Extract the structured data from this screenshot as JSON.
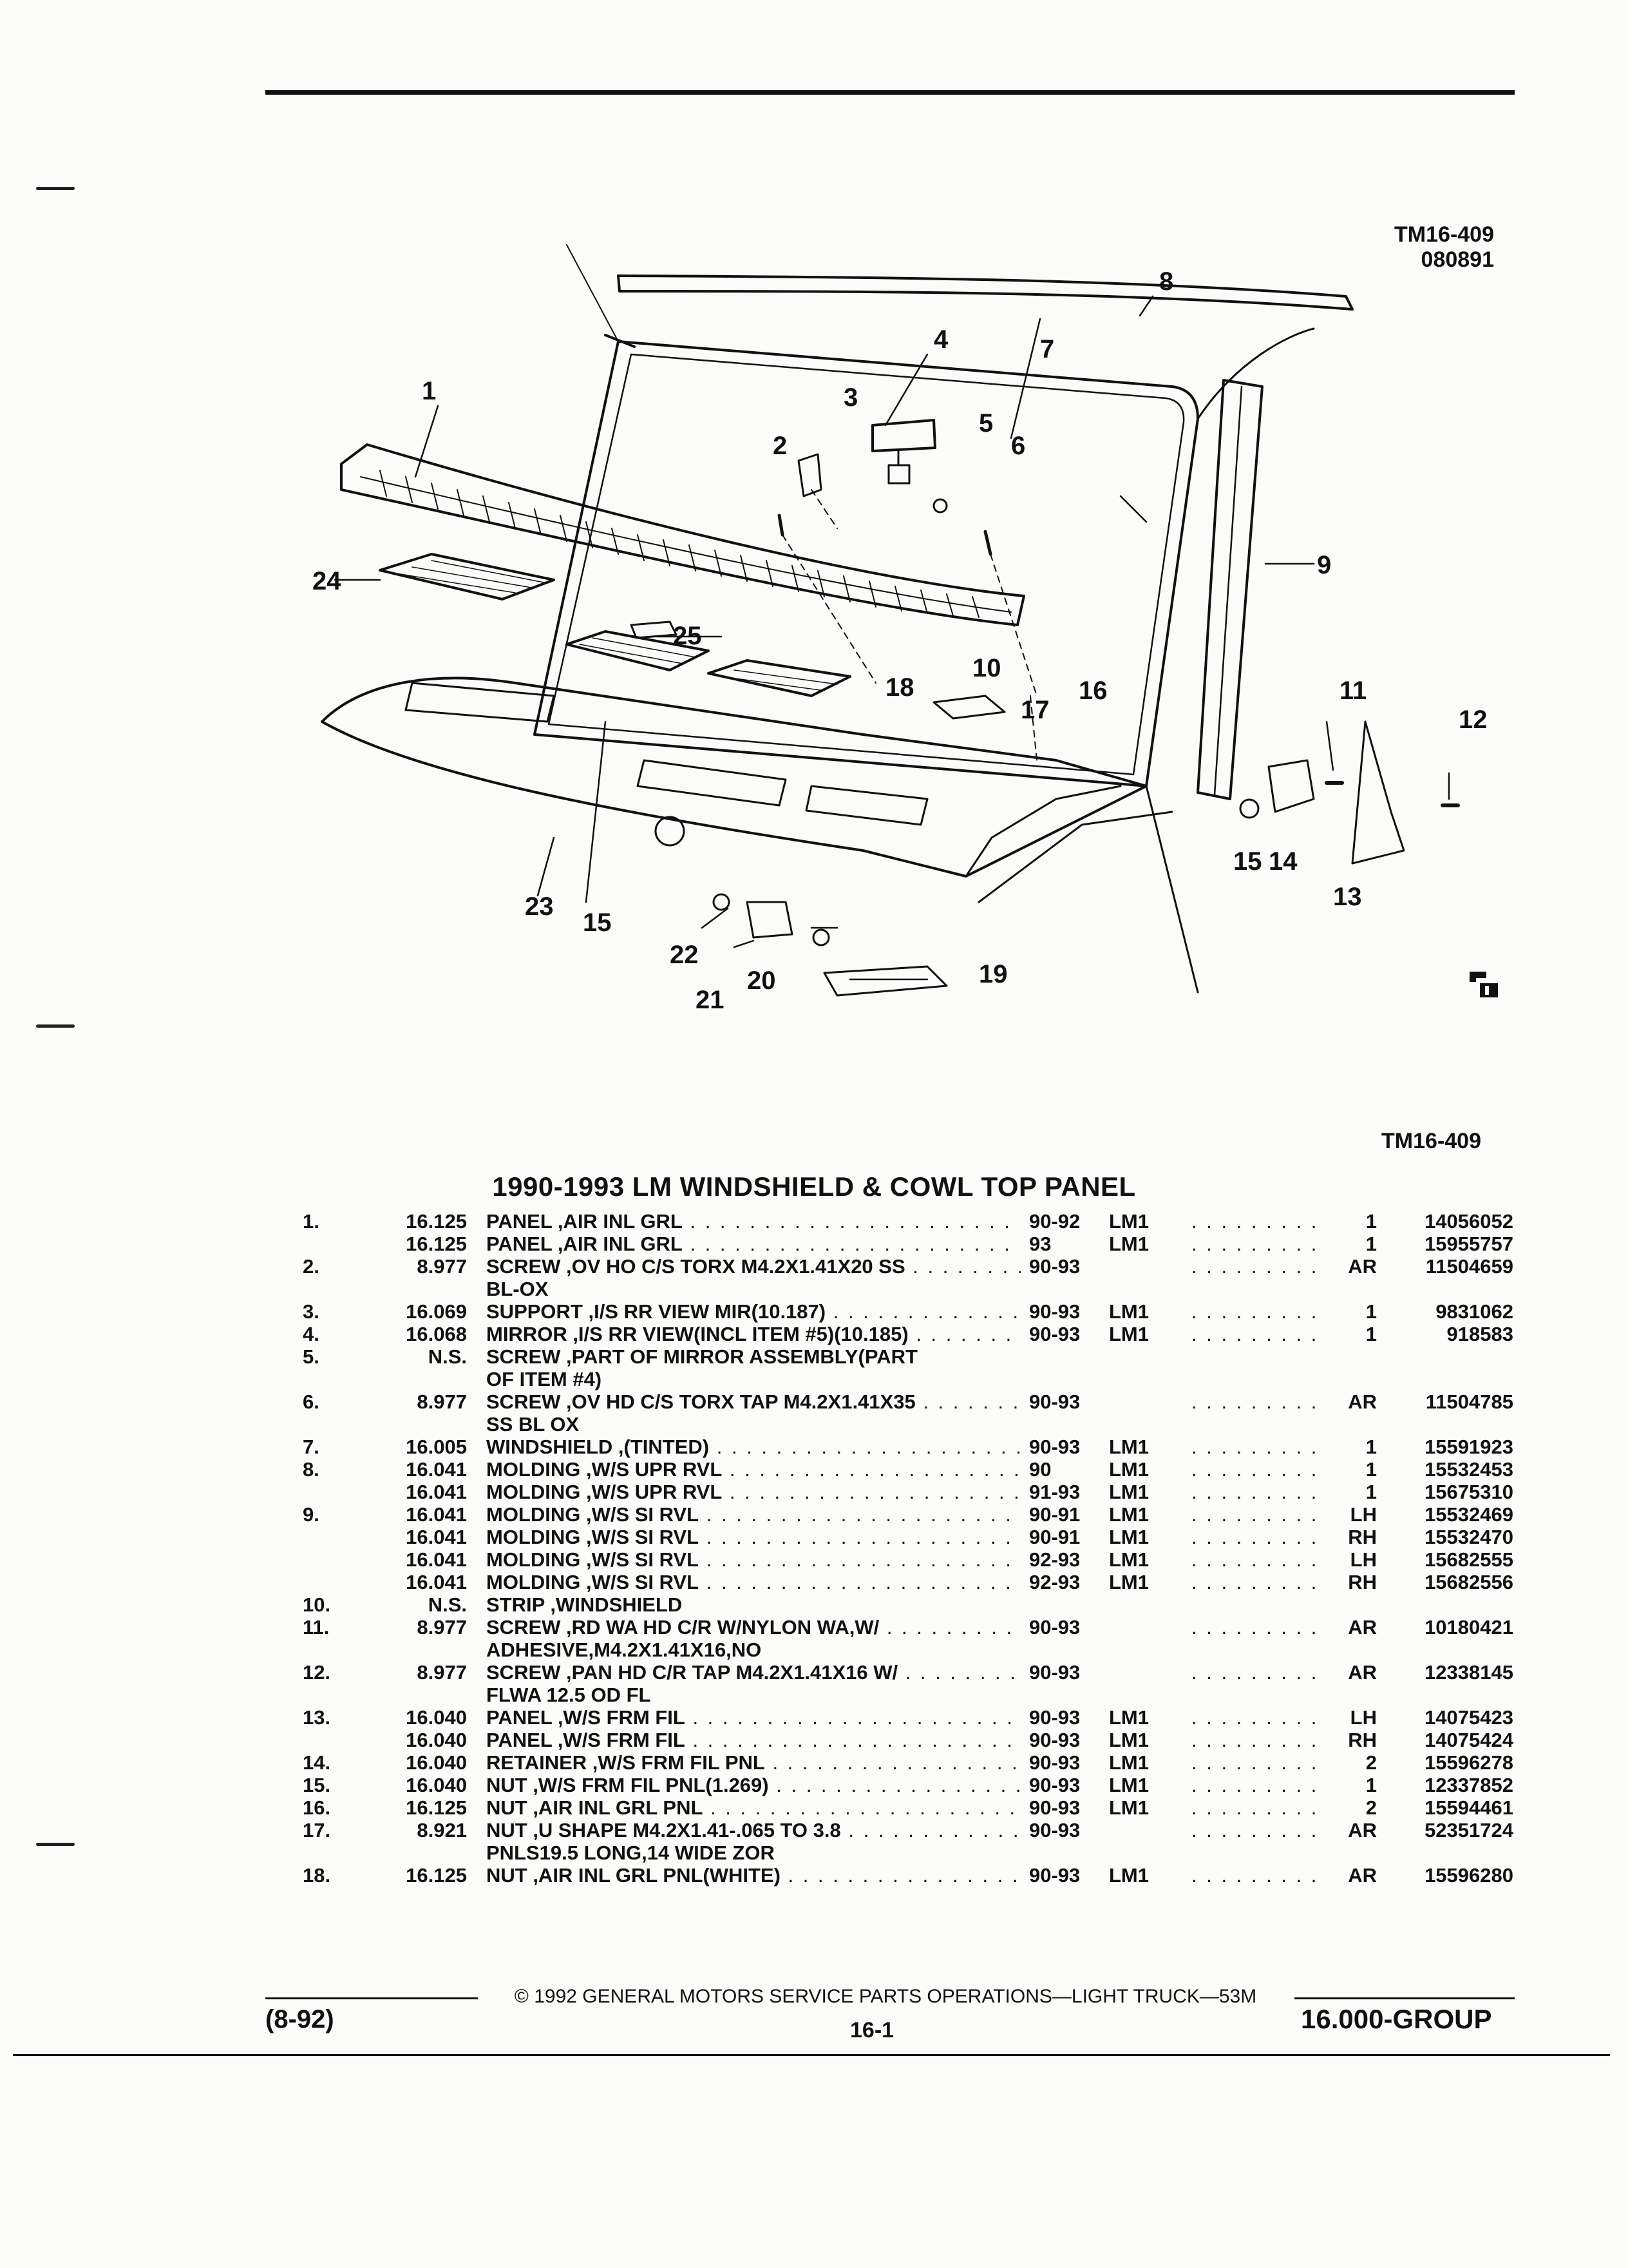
{
  "header": {
    "figure_code": "TM16-409",
    "figure_date": "080891",
    "figure_code_below": "TM16-409"
  },
  "callouts": [
    "1",
    "2",
    "3",
    "4",
    "5",
    "6",
    "7",
    "8",
    "9",
    "10",
    "11",
    "12",
    "13",
    "14",
    "15",
    "16",
    "17",
    "18",
    "19",
    "20",
    "21",
    "22",
    "23",
    "24",
    "25",
    "15"
  ],
  "logo_text": "GM",
  "title": "1990-1993 LM WINDSHIELD & COWL TOP PANEL",
  "rows": [
    {
      "item": "1.",
      "group": "16.125",
      "desc": "PANEL ,AIR INL GRL",
      "years": "90-92",
      "model": "LM1",
      "qty": "1",
      "part": "14056052"
    },
    {
      "item": "",
      "group": "16.125",
      "desc": "PANEL ,AIR INL GRL",
      "years": "93",
      "model": "LM1",
      "qty": "1",
      "part": "15955757"
    },
    {
      "item": "2.",
      "group": "8.977",
      "desc": "SCREW ,OV HO C/S TORX M4.2X1.41X20 SS",
      "years": "90-93",
      "model": "",
      "qty": "AR",
      "part": "11504659"
    },
    {
      "item": "",
      "group": "",
      "desc": "BL-OX",
      "years": "",
      "model": "",
      "qty": "",
      "part": ""
    },
    {
      "item": "3.",
      "group": "16.069",
      "desc": "SUPPORT ,I/S RR VIEW MIR(10.187)",
      "years": "90-93",
      "model": "LM1",
      "qty": "1",
      "part": "9831062"
    },
    {
      "item": "4.",
      "group": "16.068",
      "desc": "MIRROR ,I/S RR VIEW(INCL ITEM #5)(10.185)",
      "years": "90-93",
      "model": "LM1",
      "qty": "1",
      "part": "918583"
    },
    {
      "item": "5.",
      "group": "N.S.",
      "desc": "SCREW ,PART OF MIRROR ASSEMBLY(PART",
      "years": "",
      "model": "",
      "qty": "",
      "part": ""
    },
    {
      "item": "",
      "group": "",
      "desc": "OF ITEM #4)",
      "years": "",
      "model": "",
      "qty": "",
      "part": ""
    },
    {
      "item": "6.",
      "group": "8.977",
      "desc": "SCREW ,OV HD C/S TORX TAP M4.2X1.41X35",
      "years": "90-93",
      "model": "",
      "qty": "AR",
      "part": "11504785"
    },
    {
      "item": "",
      "group": "",
      "desc": "SS BL OX",
      "years": "",
      "model": "",
      "qty": "",
      "part": ""
    },
    {
      "item": "7.",
      "group": "16.005",
      "desc": "WINDSHIELD ,(TINTED)",
      "years": "90-93",
      "model": "LM1",
      "qty": "1",
      "part": "15591923"
    },
    {
      "item": "8.",
      "group": "16.041",
      "desc": "MOLDING ,W/S UPR RVL",
      "years": "90",
      "model": "LM1",
      "qty": "1",
      "part": "15532453"
    },
    {
      "item": "",
      "group": "16.041",
      "desc": "MOLDING ,W/S UPR RVL",
      "years": "91-93",
      "model": "LM1",
      "qty": "1",
      "part": "15675310"
    },
    {
      "item": "9.",
      "group": "16.041",
      "desc": "MOLDING ,W/S SI RVL",
      "years": "90-91",
      "model": "LM1",
      "qty": "LH",
      "part": "15532469"
    },
    {
      "item": "",
      "group": "16.041",
      "desc": "MOLDING ,W/S SI RVL",
      "years": "90-91",
      "model": "LM1",
      "qty": "RH",
      "part": "15532470"
    },
    {
      "item": "",
      "group": "16.041",
      "desc": "MOLDING ,W/S SI RVL",
      "years": "92-93",
      "model": "LM1",
      "qty": "LH",
      "part": "15682555"
    },
    {
      "item": "",
      "group": "16.041",
      "desc": "MOLDING ,W/S SI RVL",
      "years": "92-93",
      "model": "LM1",
      "qty": "RH",
      "part": "15682556"
    },
    {
      "item": "10.",
      "group": "N.S.",
      "desc": "STRIP ,WINDSHIELD",
      "years": "",
      "model": "",
      "qty": "",
      "part": ""
    },
    {
      "item": "11.",
      "group": "8.977",
      "desc": "SCREW ,RD WA HD C/R W/NYLON WA,W/",
      "years": "90-93",
      "model": "",
      "qty": "AR",
      "part": "10180421"
    },
    {
      "item": "",
      "group": "",
      "desc": "ADHESIVE,M4.2X1.41X16,NO",
      "years": "",
      "model": "",
      "qty": "",
      "part": ""
    },
    {
      "item": "12.",
      "group": "8.977",
      "desc": "SCREW ,PAN HD C/R TAP M4.2X1.41X16 W/",
      "years": "90-93",
      "model": "",
      "qty": "AR",
      "part": "12338145"
    },
    {
      "item": "",
      "group": "",
      "desc": "FLWA 12.5 OD FL",
      "years": "",
      "model": "",
      "qty": "",
      "part": ""
    },
    {
      "item": "13.",
      "group": "16.040",
      "desc": "PANEL ,W/S FRM FIL",
      "years": "90-93",
      "model": "LM1",
      "qty": "LH",
      "part": "14075423"
    },
    {
      "item": "",
      "group": "16.040",
      "desc": "PANEL ,W/S FRM FIL",
      "years": "90-93",
      "model": "LM1",
      "qty": "RH",
      "part": "14075424"
    },
    {
      "item": "14.",
      "group": "16.040",
      "desc": "RETAINER ,W/S FRM FIL PNL",
      "years": "90-93",
      "model": "LM1",
      "qty": "2",
      "part": "15596278"
    },
    {
      "item": "15.",
      "group": "16.040",
      "desc": "NUT ,W/S FRM FIL PNL(1.269)",
      "years": "90-93",
      "model": "LM1",
      "qty": "1",
      "part": "12337852"
    },
    {
      "item": "16.",
      "group": "16.125",
      "desc": "NUT ,AIR INL GRL PNL",
      "years": "90-93",
      "model": "LM1",
      "qty": "2",
      "part": "15594461"
    },
    {
      "item": "17.",
      "group": "8.921",
      "desc": "NUT ,U SHAPE M4.2X1.41-.065 TO 3.8",
      "years": "90-93",
      "model": "",
      "qty": "AR",
      "part": "52351724"
    },
    {
      "item": "",
      "group": "",
      "desc": "PNLS19.5 LONG,14 WIDE ZOR",
      "years": "",
      "model": "",
      "qty": "",
      "part": ""
    },
    {
      "item": "18.",
      "group": "16.125",
      "desc": "NUT ,AIR INL GRL PNL(WHITE)",
      "years": "90-93",
      "model": "LM1",
      "qty": "AR",
      "part": "15596280"
    }
  ],
  "footer": {
    "copyright": "© 1992 GENERAL MOTORS SERVICE PARTS OPERATIONS—LIGHT TRUCK—53M",
    "date_code": "(8-92)",
    "page": "16-1",
    "group": "16.000-GROUP"
  }
}
